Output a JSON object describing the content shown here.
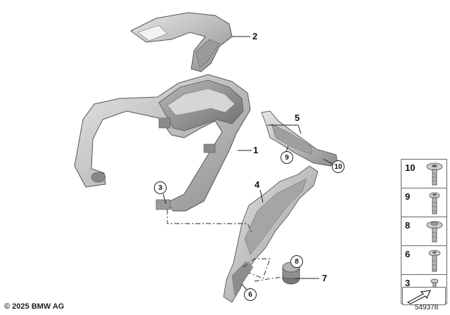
{
  "callouts": {
    "c1": "1",
    "c2": "2",
    "c3": "3",
    "c4": "4",
    "c5": "5",
    "c6": "6",
    "c7": "7",
    "c8": "8",
    "c9": "9",
    "c10": "10"
  },
  "legend": [
    {
      "number": "10",
      "icon": "flange-screw-torx-icon"
    },
    {
      "number": "9",
      "icon": "torx-screw-icon"
    },
    {
      "number": "8",
      "icon": "flange-screw-icon"
    },
    {
      "number": "6",
      "icon": "hex-screw-icon"
    },
    {
      "number": "3",
      "icon": "pin-screw-icon"
    }
  ],
  "footer": {
    "copyright": "© 2025 BMW AG",
    "image_number": "549378"
  },
  "colors": {
    "part_fill": "#c4c4c4",
    "part_shadow": "#8f8f8f",
    "line": "#333333"
  }
}
